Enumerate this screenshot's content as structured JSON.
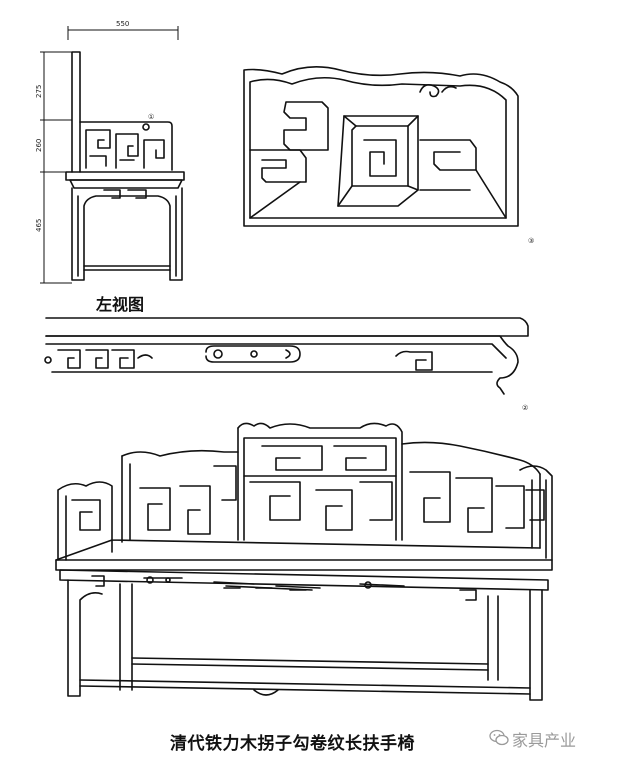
{
  "dimensions": {
    "width_550": "550",
    "height_275": "275",
    "height_260": "260",
    "height_465": "465"
  },
  "callouts": {
    "c1": "①",
    "c2": "②",
    "c3": "③"
  },
  "labels": {
    "left_view": "左视图",
    "title": "清代铁力木拐子勾卷纹长扶手椅",
    "watermark": "家具产业"
  },
  "icons": {
    "watermark_icon": "wechat-icon"
  }
}
